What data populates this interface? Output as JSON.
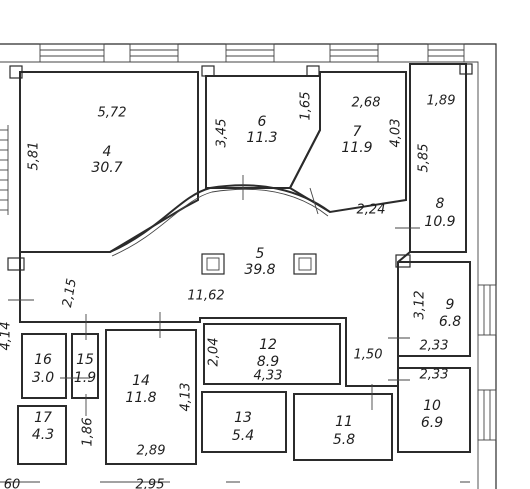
{
  "rooms": [
    {
      "key": "r4",
      "number": "4",
      "area": "30.7"
    },
    {
      "key": "r5",
      "number": "5",
      "area": "39.8"
    },
    {
      "key": "r6",
      "number": "6",
      "area": "11.3"
    },
    {
      "key": "r7",
      "number": "7",
      "area": "11.9"
    },
    {
      "key": "r8",
      "number": "8",
      "area": "10.9"
    },
    {
      "key": "r9",
      "number": "9",
      "area": "6.8"
    },
    {
      "key": "r10",
      "number": "10",
      "area": "6.9"
    },
    {
      "key": "r11",
      "number": "11",
      "area": "5.8"
    },
    {
      "key": "r12",
      "number": "12",
      "area": "8.9"
    },
    {
      "key": "r13",
      "number": "13",
      "area": "5.4"
    },
    {
      "key": "r14",
      "number": "14",
      "area": "11.8"
    },
    {
      "key": "r15",
      "number": "15",
      "area": "1.9"
    },
    {
      "key": "r16",
      "number": "16",
      "area": "3.0"
    },
    {
      "key": "r17",
      "number": "17",
      "area": "4.3"
    }
  ],
  "dimensions": [
    "5,72",
    "5,81",
    "3,45",
    "1,65",
    "2,68",
    "1,89",
    "4,03",
    "5,85",
    "2,24",
    "2,15",
    "11,62",
    "3,12",
    "2,33",
    "2,04",
    "4,33",
    "1,50",
    "2,33",
    "4,13",
    "1,86",
    "2,89",
    "4,14"
  ],
  "cut_labels": [
    "60",
    "2,95"
  ]
}
